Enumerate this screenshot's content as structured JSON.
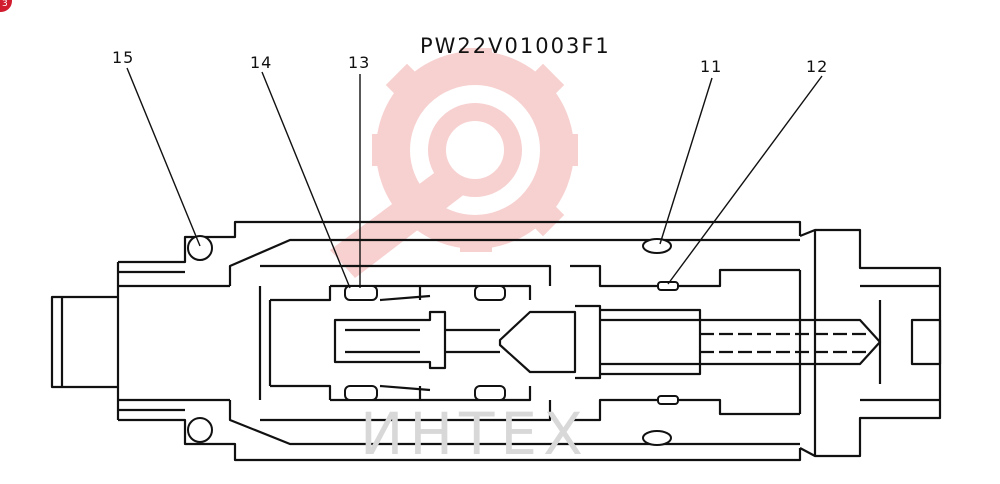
{
  "drawing_id": "PW22V01003F1",
  "callouts": {
    "c15": "15",
    "c14": "14",
    "c13": "13",
    "c11": "11",
    "c12": "12"
  },
  "watermark": {
    "text": "ИНТЕХ",
    "color": "#f3b7b7"
  },
  "badge": {
    "text": "3",
    "color": "#d11b2e"
  }
}
